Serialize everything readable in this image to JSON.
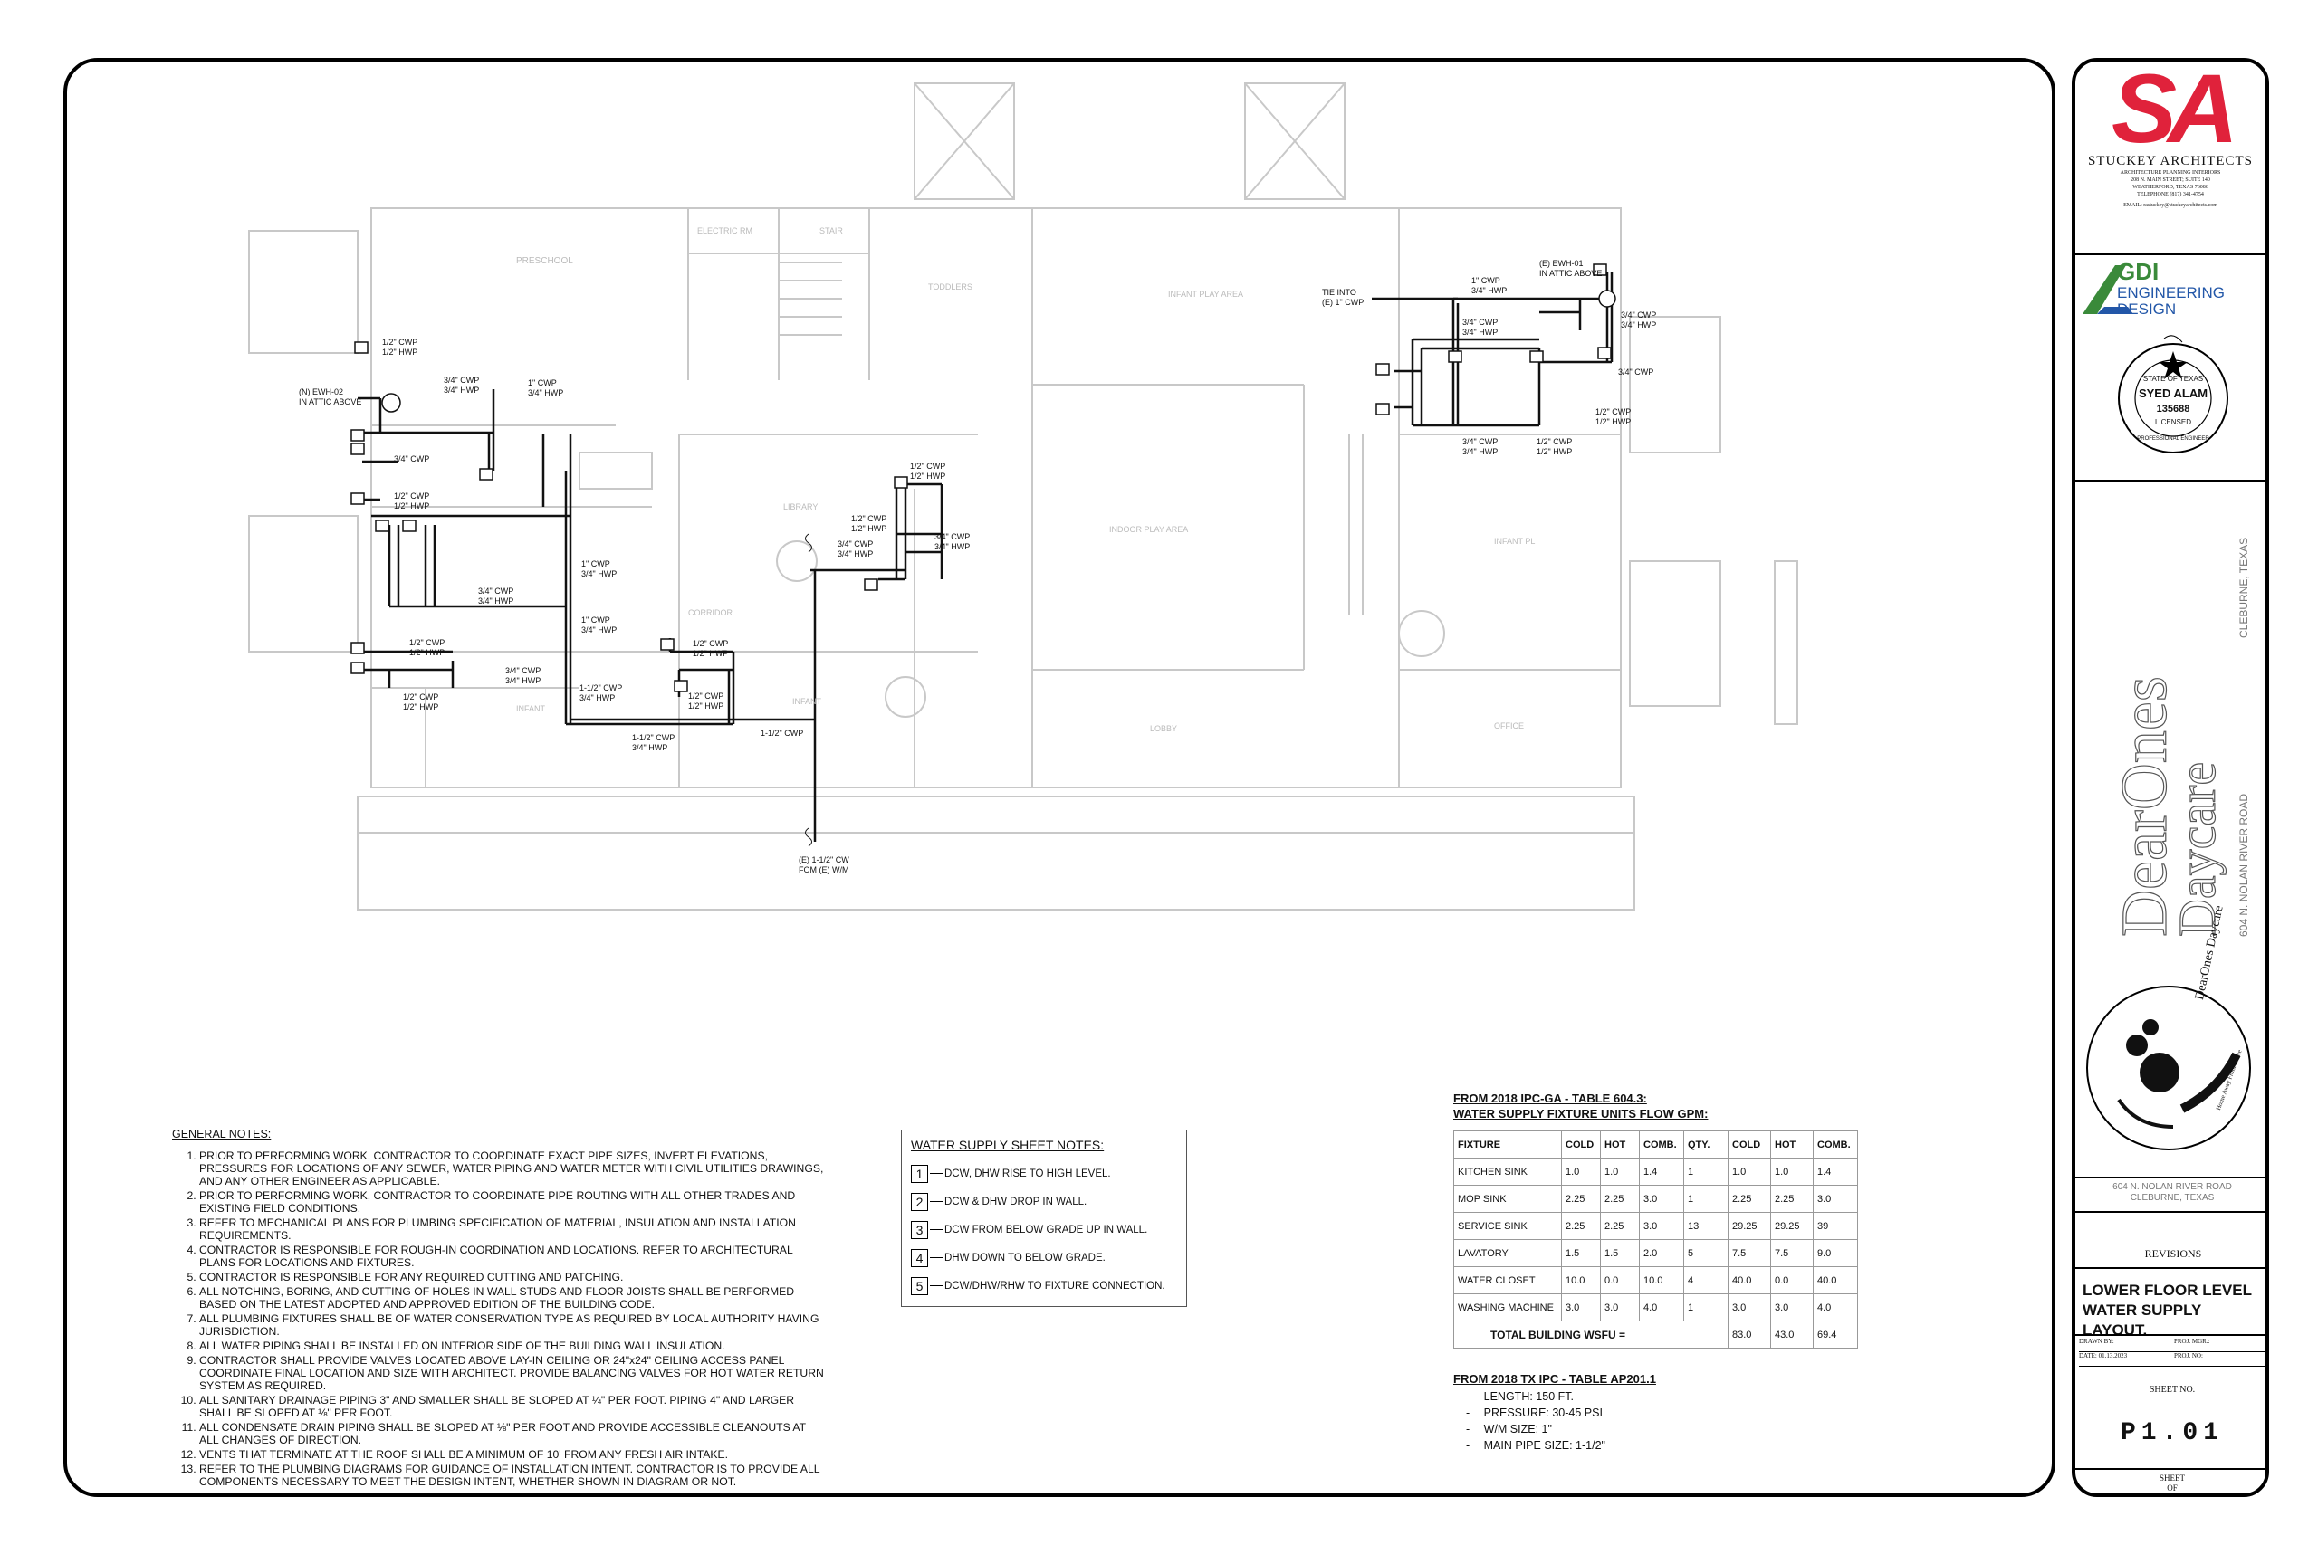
{
  "plan": {
    "room_labels": [
      "PRESCHOOL",
      "ELECTRIC RM",
      "STAIR",
      "TODDLERS",
      "INFANT PLAY AREA",
      "LIBRARY",
      "INDOOR PLAY AREA",
      "INFANT PL",
      "CORRIDOR",
      "INFANT",
      "INFANT",
      "LOBBY",
      "OFFICE"
    ],
    "pipe_labels": {
      "ewh02": "(N) EWH-02\nIN ATTIC ABOVE",
      "l_top1": "1/2\" CWP\n1/2\" HWP",
      "l_a": "3/4\" CWP\n3/4\" HWP",
      "l_b": "1\" CWP\n3/4\" HWP",
      "l_c": "3/4\" CWP",
      "l_d": "1/2\" CWP\n1/2\" HWP",
      "l_e": "1\" CWP\n3/4\" HWP",
      "l_f": "3/4\" CWP\n3/4\" HWP",
      "l_g": "1\" CWP\n3/4\" HWP",
      "l_h": "1/2\" CWP\n1/2\" HWP",
      "l_i": "3/4\" CWP\n3/4\" HWP",
      "l_j": "1/2\" CWP\n1/2\" HWP",
      "l_k": "1-1/2\" CWP\n3/4\" HWP",
      "l_l": "1-1/2\" CWP\n3/4\" HWP",
      "l_m": "1/2\" CWP\n1/2\" HWP",
      "l_n": "1/2\" CWP\n1/2\" HWP",
      "l_o": "1-1/2\" CWP",
      "l_p": "1/2\" CWP\n1/2\" HWP",
      "l_q": "1/2\" CWP\n1/2\" HWP",
      "l_r": "3/4\" CWP\n3/4\" HWP",
      "l_s": "3/4\" CWP\n3/4\" HWP",
      "l_t": "(E) 1-1/2\" CW\nFOM (E) W/M",
      "tie": "TIE INTO\n(E) 1\" CWP",
      "ewh01": "(E) EWH-01\nIN ATTIC ABOVE",
      "r_a": "1\" CWP\n3/4\" HWP",
      "r_b": "3/4\" CWP\n3/4\" HWP",
      "r_c": "3/4\" CWP\n3/4\" HWP",
      "r_d": "3/4\" CWP",
      "r_e": "1/2\" CWP\n1/2\" HWP",
      "r_f": "3/4\" CWP\n3/4\" HWP",
      "r_g": "1/2\" CWP\n1/2\" HWP"
    }
  },
  "general_notes": {
    "title": "GENERAL NOTES:",
    "items": [
      "PRIOR TO PERFORMING WORK, CONTRACTOR TO COORDINATE EXACT PIPE SIZES, INVERT ELEVATIONS, PRESSURES FOR LOCATIONS OF ANY SEWER, WATER PIPING AND WATER METER WITH CIVIL UTILITIES DRAWINGS, AND ANY OTHER ENGINEER AS APPLICABLE.",
      "PRIOR TO PERFORMING WORK, CONTRACTOR TO COORDINATE PIPE ROUTING WITH ALL OTHER TRADES AND EXISTING FIELD CONDITIONS.",
      "REFER TO MECHANICAL PLANS FOR PLUMBING SPECIFICATION OF MATERIAL, INSULATION AND INSTALLATION REQUIREMENTS.",
      "CONTRACTOR IS RESPONSIBLE FOR ROUGH-IN COORDINATION AND LOCATIONS. REFER TO ARCHITECTURAL PLANS FOR LOCATIONS AND FIXTURES.",
      "CONTRACTOR IS RESPONSIBLE FOR ANY REQUIRED CUTTING AND PATCHING.",
      "ALL NOTCHING, BORING, AND CUTTING OF HOLES IN WALL STUDS AND FLOOR JOISTS SHALL BE PERFORMED BASED ON THE LATEST ADOPTED AND APPROVED EDITION OF THE BUILDING CODE.",
      "ALL PLUMBING FIXTURES SHALL BE OF WATER CONSERVATION TYPE AS REQUIRED BY LOCAL AUTHORITY HAVING JURISDICTION.",
      "ALL WATER PIPING SHALL BE INSTALLED ON INTERIOR SIDE OF THE BUILDING WALL INSULATION.",
      "CONTRACTOR SHALL PROVIDE VALVES LOCATED ABOVE LAY-IN CEILING OR 24\"x24\" CEILING ACCESS PANEL COORDINATE FINAL LOCATION AND SIZE WITH ARCHITECT. PROVIDE BALANCING VALVES FOR HOT WATER RETURN SYSTEM AS REQUIRED.",
      "ALL SANITARY DRAINAGE PIPING 3\" AND SMALLER SHALL BE SLOPED AT ¼\" PER FOOT. PIPING 4\" AND LARGER SHALL BE SLOPED AT ⅛\" PER FOOT.",
      "ALL CONDENSATE DRAIN PIPING SHALL BE SLOPED AT ⅛\" PER FOOT AND PROVIDE ACCESSIBLE CLEANOUTS AT ALL CHANGES OF DIRECTION.",
      "VENTS THAT TERMINATE AT THE ROOF SHALL BE A MINIMUM OF 10' FROM ANY FRESH AIR INTAKE.",
      "REFER TO THE PLUMBING DIAGRAMS FOR GUIDANCE OF INSTALLATION INTENT. CONTRACTOR IS TO PROVIDE ALL COMPONENTS NECESSARY TO MEET THE DESIGN INTENT, WHETHER SHOWN IN DIAGRAM OR NOT."
    ]
  },
  "water_supply_notes": {
    "title": "WATER SUPPLY SHEET NOTES:",
    "items": [
      {
        "num": "1",
        "text": "DCW, DHW RISE TO HIGH LEVEL."
      },
      {
        "num": "2",
        "text": "DCW & DHW DROP IN WALL."
      },
      {
        "num": "3",
        "text": "DCW FROM BELOW GRADE UP IN WALL."
      },
      {
        "num": "4",
        "text": "DHW DOWN TO BELOW GRADE."
      },
      {
        "num": "5",
        "text": "DCW/DHW/RHW TO FIXTURE CONNECTION."
      }
    ]
  },
  "fixture_table": {
    "title1": "FROM 2018 IPC-GA - TABLE 604.3:",
    "title2": "WATER SUPPLY FIXTURE UNITS FLOW GPM:",
    "headers": [
      "FIXTURE",
      "COLD",
      "HOT",
      "COMB.",
      "QTY.",
      "COLD",
      "HOT",
      "COMB."
    ],
    "rows": [
      [
        "KITCHEN SINK",
        "1.0",
        "1.0",
        "1.4",
        "1",
        "1.0",
        "1.0",
        "1.4"
      ],
      [
        "MOP SINK",
        "2.25",
        "2.25",
        "3.0",
        "1",
        "2.25",
        "2.25",
        "3.0"
      ],
      [
        "SERVICE SINK",
        "2.25",
        "2.25",
        "3.0",
        "13",
        "29.25",
        "29.25",
        "39"
      ],
      [
        "LAVATORY",
        "1.5",
        "1.5",
        "2.0",
        "5",
        "7.5",
        "7.5",
        "9.0"
      ],
      [
        "WATER CLOSET",
        "10.0",
        "0.0",
        "10.0",
        "4",
        "40.0",
        "0.0",
        "40.0"
      ],
      [
        "WASHING MACHINE",
        "3.0",
        "3.0",
        "4.0",
        "1",
        "3.0",
        "3.0",
        "4.0"
      ]
    ],
    "total_label": "TOTAL BUILDING WSFU =",
    "totals": [
      "83.0",
      "43.0",
      "69.4"
    ]
  },
  "tx_ipc": {
    "title": "FROM 2018 TX IPC - TABLE AP201.1",
    "items": [
      "LENGTH: 150 FT.",
      "PRESSURE: 30-45 PSI",
      "W/M SIZE: 1\"",
      "MAIN PIPE SIZE: 1-1/2\""
    ]
  },
  "title_block": {
    "architect_logo": "SA",
    "architect_name": "STUCKEY ARCHITECTS",
    "architect_lines": [
      "ARCHITECTURE PLANNING INTERIORS",
      "208 N. MAIN STREET; SUITE 140",
      "WEATHERFORD, TEXAS 76086",
      "TELEPHONE (817) 341-4754"
    ],
    "architect_email": "EMAIL: rastuckey@stuckeyarchitects.com",
    "engineer_logo_top": "GDI",
    "engineer_logo_mid": "ENGINEERING",
    "engineer_logo_bot": "DESIGN",
    "seal_state": "STATE OF TEXAS",
    "seal_name": "SYED ALAM",
    "seal_number": "135688",
    "seal_licensed": "LICENSED",
    "seal_prof": "PROFESSIONAL ENGINEER",
    "project_name_1": "DearOnes",
    "project_name_2": "Daycare",
    "project_address": "604 N. NOLAN RIVER ROAD",
    "project_city": "CLEBURNE, TEXAS",
    "project_logo_text": "DearOnes Daycare",
    "project_logo_tag": "Home Away From Home",
    "addr_line1": "604 N. NOLAN RIVER ROAD",
    "addr_line2": "CLEBURNE, TEXAS",
    "revisions": "REVISIONS",
    "sheet_title_1": "LOWER FLOOR LEVEL",
    "sheet_title_2": "WATER SUPPLY LAYOUT.",
    "drawn_by": "DRAWN BY:",
    "proj_mgr": "PROJ. MGR.:",
    "date": "DATE: 01.13.2023",
    "proj_no": "PROJ. NO:",
    "sheet_no_label": "SHEET NO.",
    "sheet_number": "P1.01",
    "sheet_label": "SHEET",
    "of_label": "OF"
  },
  "colors": {
    "accent_red": "#e0223b",
    "gdi_green": "#3a8a3a",
    "gdi_blue": "#2357a8",
    "plan_grey": "#c8c8c8",
    "pipe": "#111111"
  }
}
